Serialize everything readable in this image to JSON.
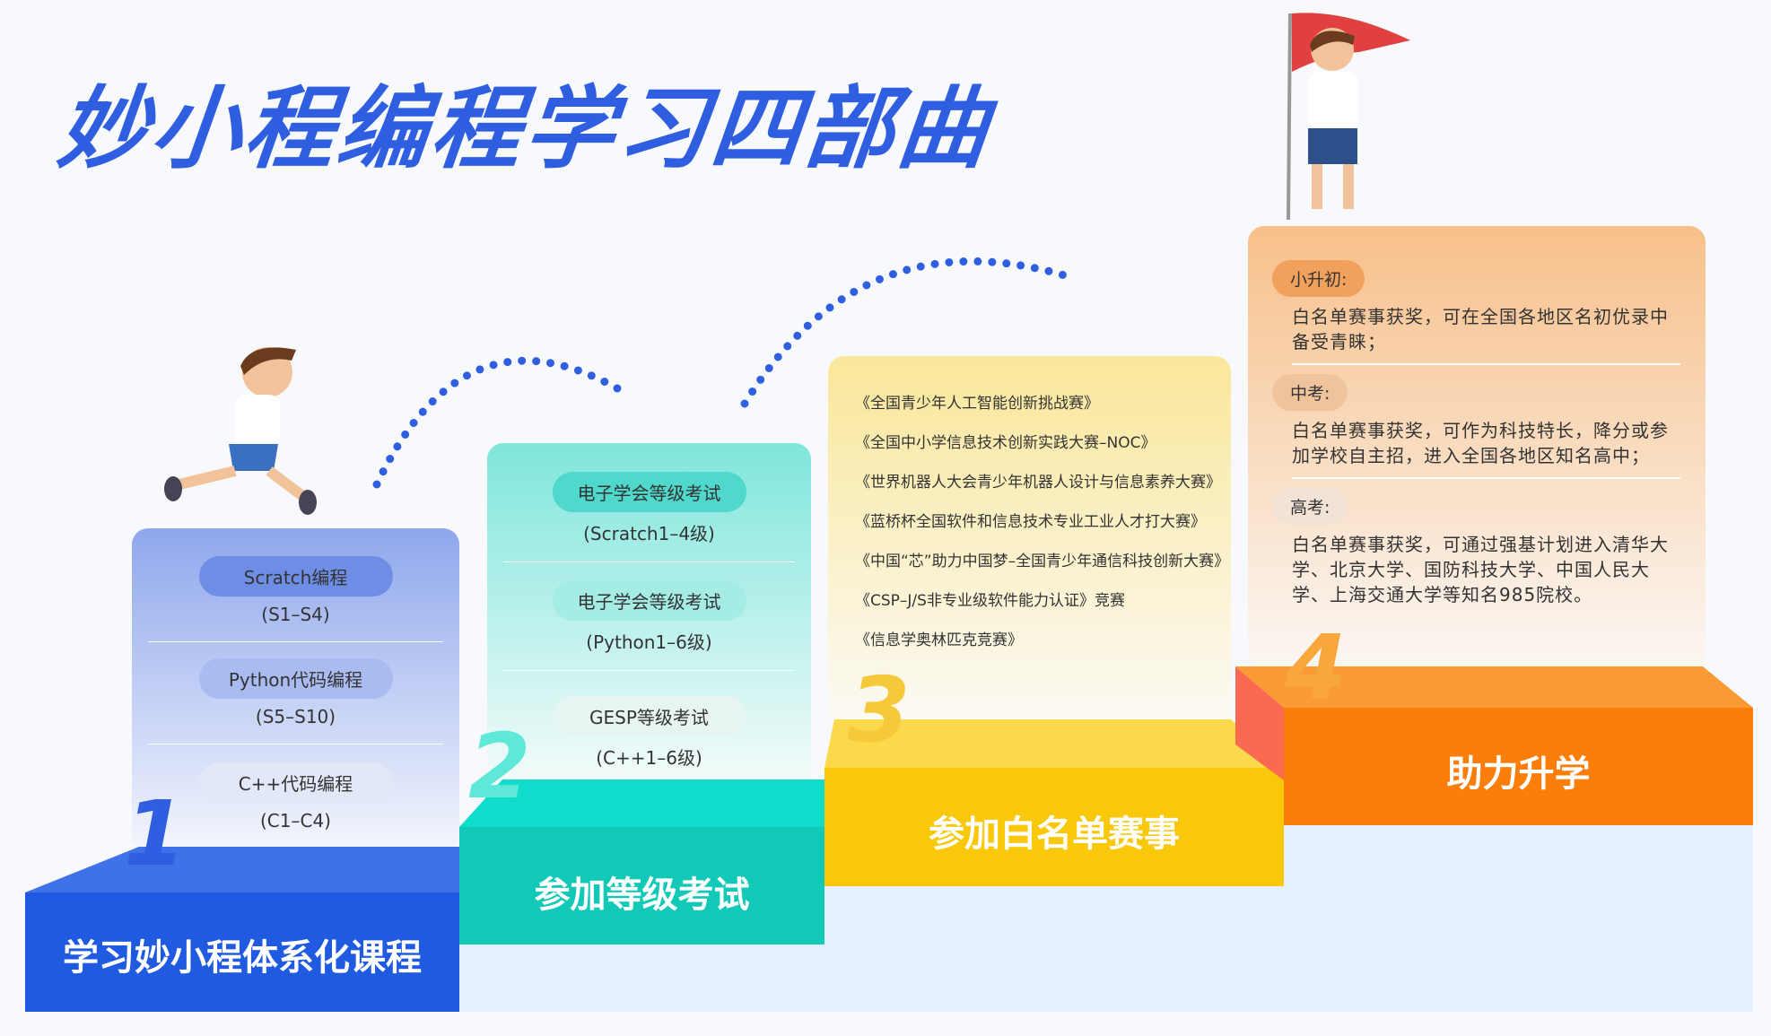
{
  "title": "妙小程编程学习四部曲",
  "steps": [
    {
      "number": "1",
      "label": "学习妙小程体系化课程",
      "color": "#1f5ae0",
      "items": [
        {
          "name": "Scratch编程",
          "level": "(S1–S4)"
        },
        {
          "name": "Python代码编程",
          "level": "(S5–S10)"
        },
        {
          "name": "C++代码编程",
          "level": "(C1–C4)"
        }
      ]
    },
    {
      "number": "2",
      "label": "参加等级考试",
      "color": "#12c9b8",
      "items": [
        {
          "name": "电子学会等级考试",
          "level": "(Scratch1–4级)"
        },
        {
          "name": "电子学会等级考试",
          "level": "(Python1–6级)"
        },
        {
          "name": "GESP等级考试",
          "level": "(C++1–6级)"
        }
      ]
    },
    {
      "number": "3",
      "label": "参加白名单赛事",
      "color": "#f9c80a",
      "competitions": [
        "《全国青少年人工智能创新挑战赛》",
        "《全国中小学信息技术创新实践大赛–NOC》",
        "《世界机器人大会青少年机器人设计与信息素养大赛》",
        "《蓝桥杯全国软件和信息技术专业工业人才打大赛》",
        "《中国“芯”助力中国梦–全国青少年通信科技创新大赛》",
        "《CSP–J/S非专业级软件能力认证》竞赛",
        "《信息学奥林匹克竞赛》"
      ]
    },
    {
      "number": "4",
      "label": "助力升学",
      "color": "#fb7d0a",
      "sections": [
        {
          "tag": "小升初:",
          "text": "白名单赛事获奖，可在全国各地区名初优录中备受青睐；"
        },
        {
          "tag": "中考:",
          "text": "白名单赛事获奖，可作为科技特长，降分或参加学校自主招，进入全国各地区知名高中；"
        },
        {
          "tag": "高考:",
          "text": "白名单赛事获奖，可通过强基计划进入清华大学、北京大学、国防科技大学、中国人民大学、上海交通大学等知名985院校。"
        }
      ]
    }
  ]
}
